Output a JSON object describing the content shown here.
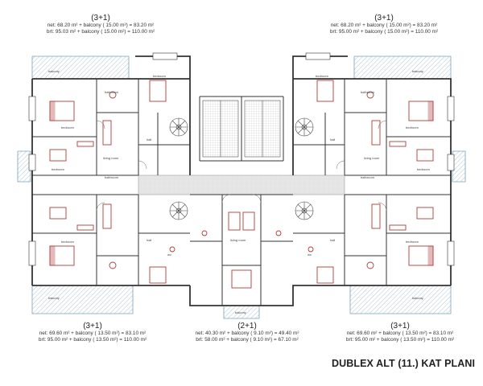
{
  "plan": {
    "title": "DUBLEX ALT (11.) KAT PLANI",
    "units": {
      "top_left": {
        "type": "(3+1)",
        "net": "net: 68.20 m² + balcony ( 15.00 m²) = 83.20 m²",
        "brt": "brt: 95.03 m² + balcony ( 15.00 m²) = 110.00 m²"
      },
      "top_right": {
        "type": "(3+1)",
        "net": "net: 68.20 m² + balcony ( 15.00 m²) = 83.20 m²",
        "brt": "brt: 95.00 m² + balcony ( 15.00 m²) = 110.00 m²"
      },
      "bottom_left": {
        "type": "(3+1)",
        "net": "net: 69.60 m² + balcony ( 13.50 m²) = 83.10 m²",
        "brt": "brt: 95.00 m² + balcony ( 13.50 m²) = 110.00 m²"
      },
      "bottom_center": {
        "type": "(2+1)",
        "net": "net: 40.30 m² + balcony ( 9.10 m²) = 49.40 m²",
        "brt": "brt: 58.00 m² + balcony ( 9.10 m²) = 67.10 m²"
      },
      "bottom_right": {
        "type": "(3+1)",
        "net": "net: 69.60 m² + balcony ( 13.50 m²) = 83.10 m²",
        "brt": "brt: 95.00 m² + balcony ( 13.50 m²) = 110.00 m²"
      }
    },
    "room_labels": {
      "balcony": "balcony",
      "bedroom": "bedroom",
      "bathroom": "bathroom",
      "hall": "hall",
      "living_room": "living room",
      "wc": "wc"
    },
    "colors": {
      "wall": "#333333",
      "furniture": "#b03a3a",
      "corridor": "#e6e6e6",
      "balcony_hatch": "#7aa0b8"
    }
  }
}
